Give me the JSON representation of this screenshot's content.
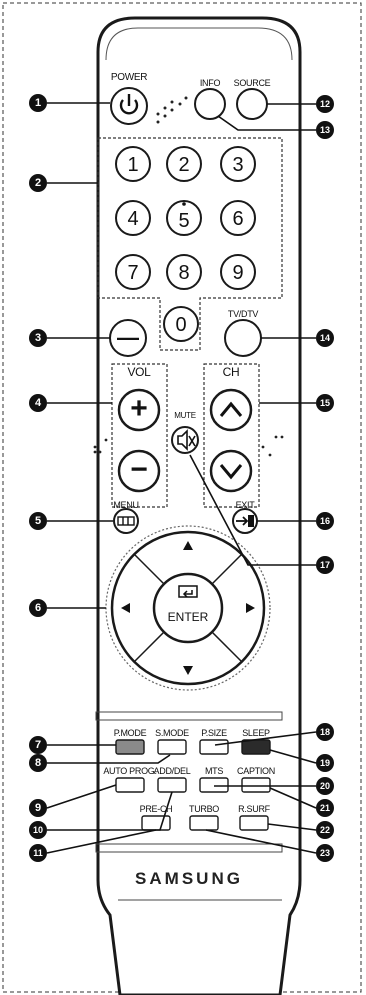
{
  "brand": "SAMSUNG",
  "colors": {
    "body": "#ffffff",
    "outline": "#1a1a1a",
    "accent_mode": "#8a8a8a",
    "accent_sleep": "#2b2b2b",
    "callout": "#111111"
  },
  "top_labels": {
    "power": "POWER",
    "info": "INFO",
    "source": "SOURCE"
  },
  "power_icon": "power-icon",
  "digits": [
    "1",
    "2",
    "3",
    "4",
    "5",
    "6",
    "7",
    "8",
    "9",
    "0"
  ],
  "dash": "—",
  "labels": {
    "tvdtv": "TV/DTV",
    "vol": "VOL",
    "ch": "CH",
    "mute": "MUTE",
    "menu": "MENU",
    "exit": "EXIT",
    "enter": "ENTER",
    "pmode": "P.MODE",
    "smode": "S.MODE",
    "psize": "P.SIZE",
    "sleep": "SLEEP",
    "autoprog": "AUTO PROG.",
    "adddel": "ADD/DEL",
    "mts": "MTS",
    "caption": "CAPTION",
    "prech": "PRE-CH",
    "turbo": "TURBO",
    "rsurf": "R.SURF"
  },
  "symbols": {
    "plus": "+",
    "minus": "−"
  },
  "callouts": [
    "1",
    "2",
    "3",
    "4",
    "5",
    "6",
    "7",
    "8",
    "9",
    "10",
    "11",
    "12",
    "13",
    "14",
    "15",
    "16",
    "17",
    "18",
    "19",
    "20",
    "21",
    "22",
    "23"
  ]
}
